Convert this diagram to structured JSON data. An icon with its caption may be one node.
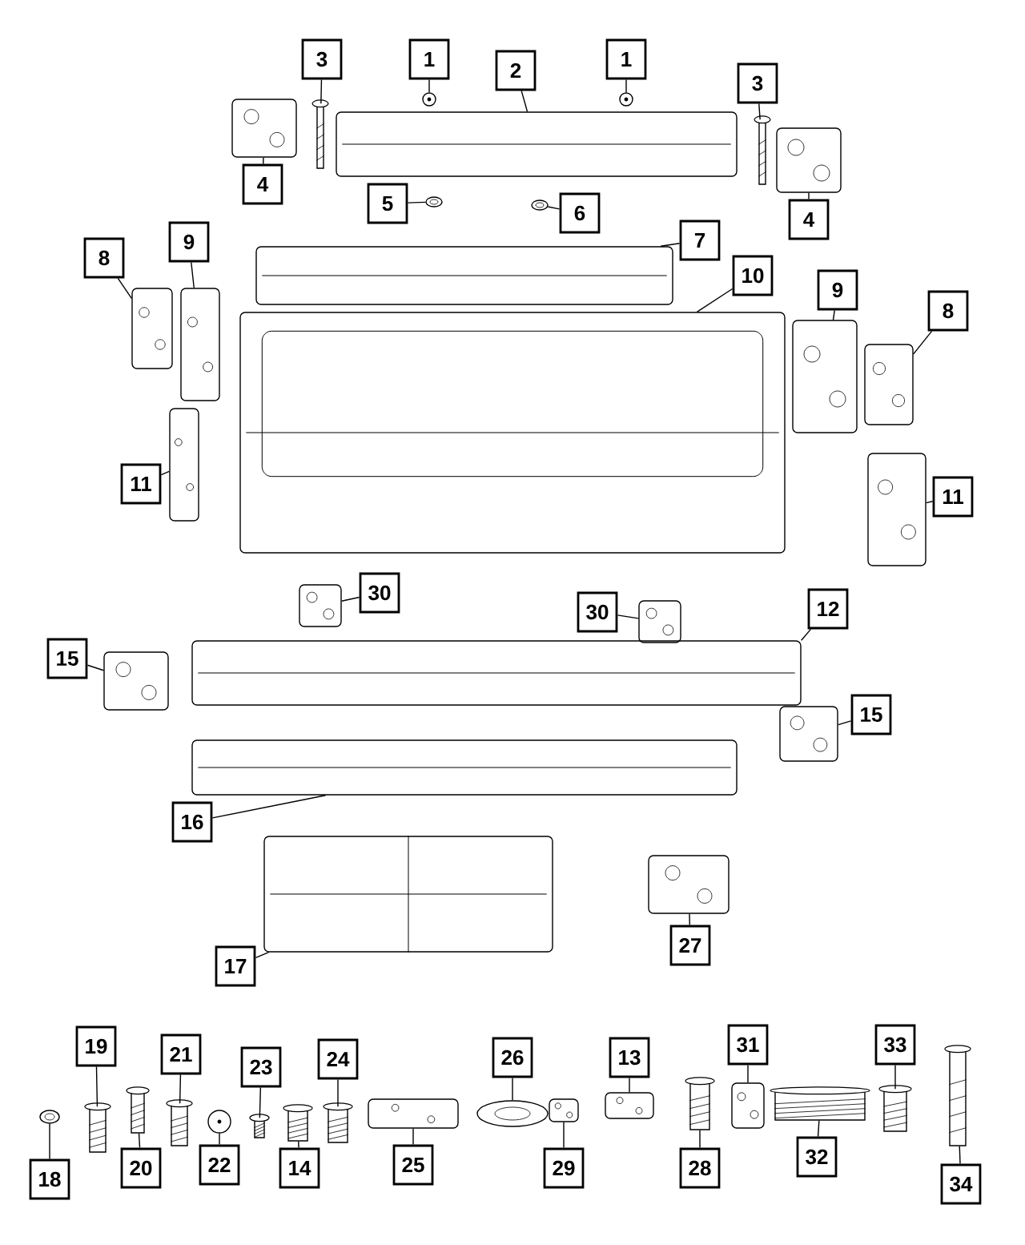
{
  "diagram": {
    "nodes": [
      {
        "text": [
          "1"
        ]
      },
      {
        "text": [
          "2"
        ]
      },
      {
        "text": [
          "1"
        ]
      },
      {
        "text": [
          "3"
        ]
      },
      {
        "text": [
          "3"
        ]
      },
      {
        "text": [
          "4"
        ]
      },
      {
        "text": [
          "4"
        ]
      },
      {
        "text": [
          "5"
        ]
      },
      {
        "text": [
          "6"
        ]
      },
      {
        "text": [
          "7"
        ]
      },
      {
        "text": [
          "8"
        ]
      },
      {
        "text": [
          "9"
        ]
      },
      {
        "text": [
          "10"
        ]
      },
      {
        "text": [
          "9"
        ]
      },
      {
        "text": [
          "8"
        ]
      },
      {
        "text": [
          "11"
        ]
      },
      {
        "text": [
          "11"
        ]
      },
      {
        "text": [
          "30"
        ]
      },
      {
        "text": [
          "30"
        ]
      },
      {
        "text": [
          "12"
        ]
      },
      {
        "text": [
          "15"
        ]
      },
      {
        "text": [
          "15"
        ]
      },
      {
        "text": [
          "16"
        ]
      },
      {
        "text": [
          "17"
        ]
      },
      {
        "text": [
          "27"
        ]
      },
      {
        "text": [
          "19"
        ]
      },
      {
        "text": [
          "21"
        ]
      },
      {
        "text": [
          "23"
        ]
      },
      {
        "text": [
          "24"
        ]
      },
      {
        "text": [
          "26"
        ]
      },
      {
        "text": [
          "13"
        ]
      },
      {
        "text": [
          "31"
        ]
      },
      {
        "text": [
          "33"
        ]
      },
      {
        "text": [
          "18"
        ]
      },
      {
        "text": [
          "20"
        ]
      },
      {
        "text": [
          "22"
        ]
      },
      {
        "text": [
          "14"
        ]
      },
      {
        "text": [
          "25"
        ]
      },
      {
        "text": [
          "29"
        ]
      },
      {
        "text": [
          "28"
        ]
      },
      {
        "text": [
          "32"
        ]
      },
      {
        "text": [
          "34"
        ]
      },
      {
        "text": [],
        "shape": "picture"
      },
      {
        "text": [],
        "shape": "picture"
      },
      {
        "text": [],
        "shape": "picture"
      },
      {
        "text": [],
        "shape": "picture"
      },
      {
        "text": [],
        "shape": "picture"
      },
      {
        "text": [],
        "shape": "picture"
      },
      {
        "text": [],
        "shape": "picture"
      },
      {
        "text": [],
        "shape": "picture"
      },
      {
        "text": [],
        "shape": "picture"
      },
      {
        "text": [],
        "shape": "picture"
      },
      {
        "text": [],
        "shape": "picture"
      },
      {
        "text": [],
        "shape": "picture"
      },
      {
        "text": [],
        "shape": "picture"
      },
      {
        "text": [],
        "shape": "picture"
      },
      {
        "text": [],
        "shape": "picture"
      },
      {
        "text": [],
        "shape": "picture"
      },
      {
        "text": [],
        "shape": "picture"
      },
      {
        "text": [],
        "shape": "picture"
      },
      {
        "text": [],
        "shape": "picture"
      },
      {
        "text": [],
        "shape": "picture"
      },
      {
        "text": [],
        "shape": "picture"
      },
      {
        "text": [],
        "shape": "picture"
      },
      {
        "text": [],
        "shape": "picture"
      },
      {
        "text": [],
        "shape": "picture"
      },
      {
        "text": [],
        "shape": "picture"
      },
      {
        "text": [],
        "shape": "picture"
      },
      {
        "text": [],
        "shape": "picture"
      },
      {
        "text": [],
        "shape": "picture"
      },
      {
        "text": [],
        "shape": "picture"
      },
      {
        "text": [],
        "shape": "picture"
      },
      {
        "text": [],
        "shape": "picture"
      },
      {
        "text": [],
        "shape": "picture"
      },
      {
        "text": [],
        "shape": "picture"
      },
      {
        "text": [],
        "shape": "picture"
      },
      {
        "text": [],
        "shape": "picture"
      },
      {
        "text": [],
        "shape": "picture"
      },
      {
        "text": [],
        "shape": "picture"
      },
      {
        "text": [],
        "shape": "picture"
      },
      {
        "text": [],
        "shape": "picture"
      },
      {
        "text": [],
        "shape": "picture"
      },
      {
        "text": [],
        "shape": "picture"
      },
      {
        "text": [],
        "shape": "picture"
      }
    ],
    "edges": [
      {
        "from": 0,
        "to": 42,
        "arrow": "none"
      },
      {
        "from": 1,
        "to": 43,
        "arrow": "none"
      },
      {
        "from": 2,
        "to": 44,
        "arrow": "none"
      },
      {
        "from": 3,
        "to": 45,
        "arrow": "none"
      },
      {
        "from": 4,
        "to": 46,
        "arrow": "none"
      },
      {
        "from": 5,
        "to": 47,
        "arrow": "none"
      },
      {
        "from": 6,
        "to": 48,
        "arrow": "none"
      },
      {
        "from": 7,
        "to": 49,
        "arrow": "none"
      },
      {
        "from": 8,
        "to": 50,
        "arrow": "none"
      },
      {
        "from": 9,
        "to": 51,
        "arrow": "none"
      },
      {
        "from": 10,
        "to": 52,
        "arrow": "none"
      },
      {
        "from": 11,
        "to": 53,
        "arrow": "none"
      },
      {
        "from": 12,
        "to": 54,
        "arrow": "none"
      },
      {
        "from": 13,
        "to": 55,
        "arrow": "none"
      },
      {
        "from": 14,
        "to": 56,
        "arrow": "none"
      },
      {
        "from": 15,
        "to": 57,
        "arrow": "none"
      },
      {
        "from": 16,
        "to": 58,
        "arrow": "none"
      },
      {
        "from": 17,
        "to": 59,
        "arrow": "none"
      },
      {
        "from": 18,
        "to": 60,
        "arrow": "none"
      },
      {
        "from": 19,
        "to": 61,
        "arrow": "none"
      },
      {
        "from": 20,
        "to": 62,
        "arrow": "none"
      },
      {
        "from": 21,
        "to": 63,
        "arrow": "none"
      },
      {
        "from": 22,
        "to": 64,
        "arrow": "none"
      },
      {
        "from": 23,
        "to": 65,
        "arrow": "none"
      },
      {
        "from": 24,
        "to": 66,
        "arrow": "none"
      },
      {
        "from": 25,
        "to": 67,
        "arrow": "none"
      },
      {
        "from": 26,
        "to": 68,
        "arrow": "none"
      },
      {
        "from": 27,
        "to": 69,
        "arrow": "none"
      },
      {
        "from": 28,
        "to": 70,
        "arrow": "none"
      },
      {
        "from": 29,
        "to": 71,
        "arrow": "none"
      },
      {
        "from": 30,
        "to": 72,
        "arrow": "none"
      },
      {
        "from": 31,
        "to": 73,
        "arrow": "none"
      },
      {
        "from": 32,
        "to": 74,
        "arrow": "none"
      },
      {
        "from": 33,
        "to": 75,
        "arrow": "none"
      },
      {
        "from": 34,
        "to": 76,
        "arrow": "none"
      },
      {
        "from": 35,
        "to": 77,
        "arrow": "none"
      },
      {
        "from": 36,
        "to": 78,
        "arrow": "none"
      },
      {
        "from": 37,
        "to": 79,
        "arrow": "none"
      },
      {
        "from": 38,
        "to": 80,
        "arrow": "none"
      },
      {
        "from": 39,
        "to": 81,
        "arrow": "none"
      },
      {
        "from": 40,
        "to": 82,
        "arrow": "none"
      },
      {
        "from": 41,
        "to": 83,
        "arrow": "none"
      }
    ]
  }
}
